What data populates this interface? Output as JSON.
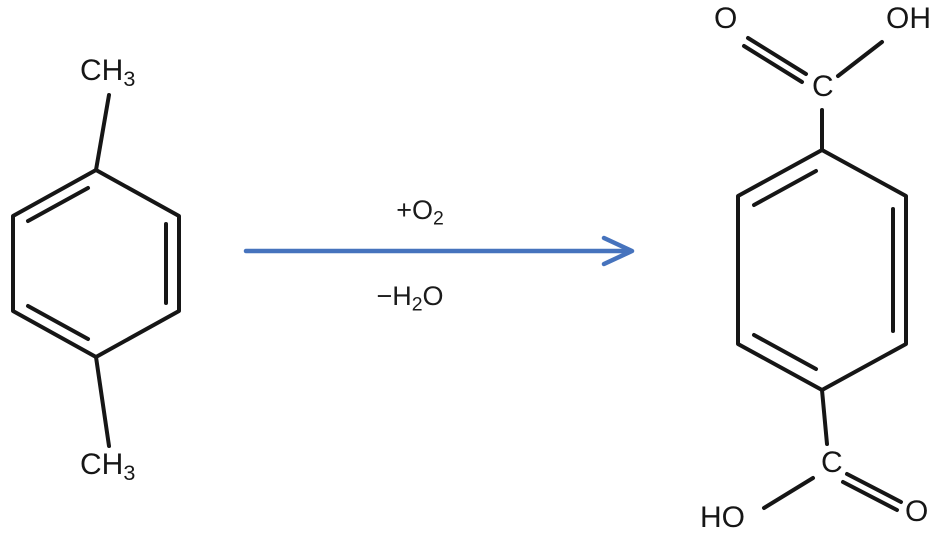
{
  "reaction": {
    "reactant": {
      "methyl_top": {
        "base": "CH",
        "sub": "3"
      },
      "methyl_bottom": {
        "base": "CH",
        "sub": "3"
      }
    },
    "conditions": {
      "above": {
        "base": "+O",
        "sub": "2"
      },
      "below": {
        "base": "−H",
        "sub": "2",
        "tail": "O"
      }
    },
    "product": {
      "top_carboxyl": {
        "carbonyl_oxygen": "O",
        "hydroxyl": "OH",
        "carbon": "C"
      },
      "bottom_carboxyl": {
        "carbon": "C",
        "hydroxyl": "HO",
        "carbonyl_oxygen": "O"
      }
    },
    "colors": {
      "arrow": "#4673bd",
      "bond": "#161616"
    }
  }
}
